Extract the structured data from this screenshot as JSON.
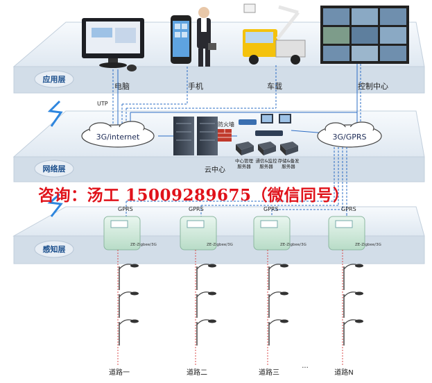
{
  "layers": {
    "application": "应用层",
    "network": "网络层",
    "perception": "感知层"
  },
  "devices": {
    "computer": "电脑",
    "phone": "手机",
    "vehicle": "车载",
    "control_center": "控制中心"
  },
  "network": {
    "utp": "UTP",
    "internet_cloud": "3G/internet",
    "gprs_cloud": "3G/GPRS",
    "firewall": "防火墙",
    "cloud_center": "云中心",
    "servers": [
      {
        "line1": "中心管理",
        "line2": "服务器"
      },
      {
        "line1": "通信&监控",
        "line2": "服务器"
      },
      {
        "line1": "存储&备发",
        "line2": "服务器"
      }
    ]
  },
  "consult_text": "咨询：汤工  15009289675（微信同号）",
  "perception": {
    "gprs_labels": [
      "GPRS",
      "GPRS",
      "GPRS",
      "GPRS"
    ],
    "terminal_label": "ZE-Zigbee/3G",
    "roads": [
      "道路一",
      "道路二",
      "道路三",
      "道路N"
    ],
    "ellipsis": "..."
  },
  "colors": {
    "layer_label": "#1a4e8c",
    "line_blue": "#2b6cc4",
    "cloud_text": "#1c2a55",
    "consult": "#e0121a",
    "platform_top": "#f2f6fa",
    "platform_side": "#c9d6e3"
  }
}
